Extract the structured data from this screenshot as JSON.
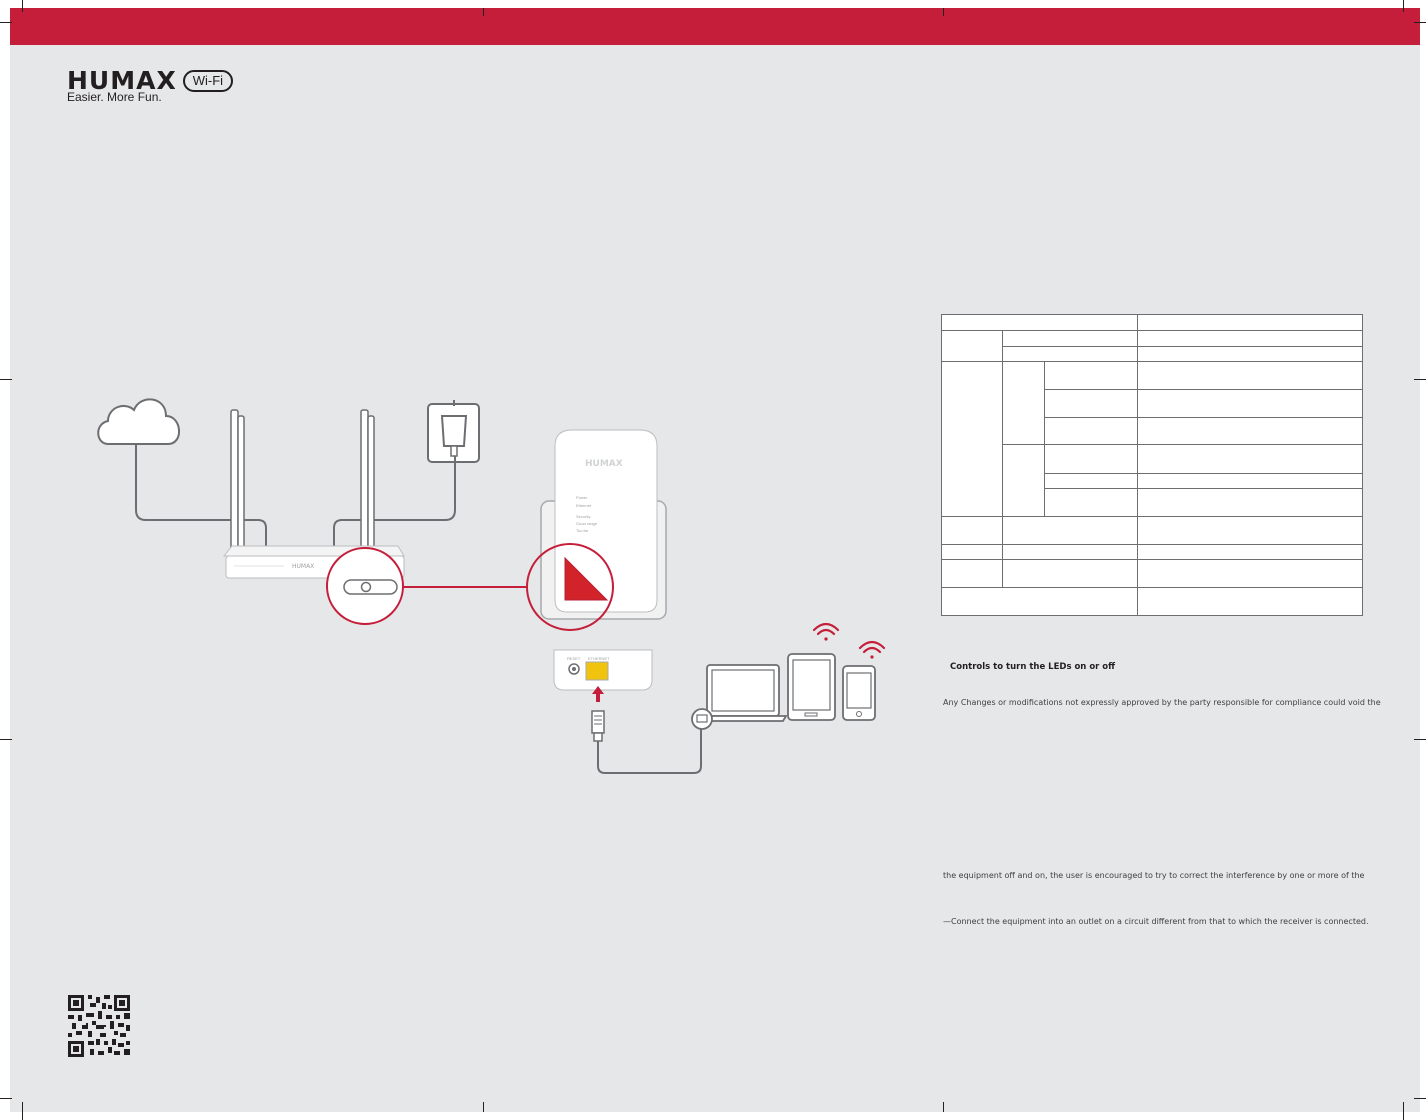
{
  "brand": {
    "name": "HUMAX",
    "wifi_badge": "Wi-Fi",
    "tagline": "Easier. More Fun."
  },
  "colors": {
    "accent": "#c41e3a",
    "sheet": "#e6e7e8",
    "line": "#6d6e71"
  },
  "illustration": {
    "router_brand": "HUMAX",
    "adapter_brand": "HUMAX",
    "adapter_leds": [
      "Power",
      "Ethernet",
      "Security",
      "Good range",
      "Too far"
    ],
    "adapter_ports": [
      "RESET",
      "ETHERNET"
    ],
    "icons": [
      "cloud-icon",
      "wall-outlet-icon",
      "router-icon",
      "extender-icon",
      "ethernet-cable-icon",
      "laptop-icon",
      "tablet-icon",
      "phone-icon",
      "wifi-signal-icon"
    ]
  },
  "notes": {
    "led_controls": "Controls to turn the LEDs on or off",
    "changes": "Any Changes or modifications not expressly approved by the party responsible for compliance could void the",
    "equipment": "the equipment off and on, the user is encouraged to try to correct the interference by one or more of the",
    "outlet": "—Connect the equipment into an outlet on a circuit different from that to which the receiver is connected."
  }
}
